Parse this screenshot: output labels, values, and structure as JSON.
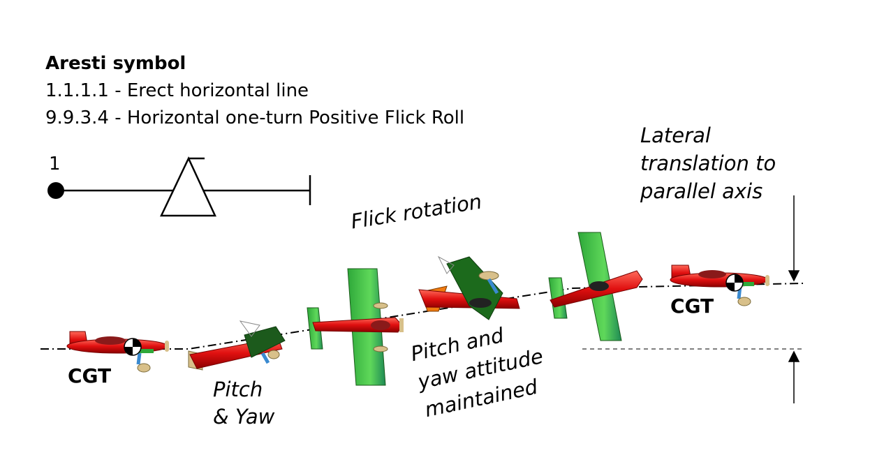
{
  "header": {
    "title": "Aresti symbol",
    "line1": "1.1.1.1  - Erect horizontal line",
    "line2": "9.9.3.4  - Horizontal one-turn Positive Flick Roll"
  },
  "symbol": {
    "start_number": "1"
  },
  "labels": {
    "flick_rotation": "Flick rotation",
    "pitch_yaw_1": "Pitch",
    "pitch_yaw_2": "& Yaw",
    "maintained_1": "Pitch and",
    "maintained_2": "yaw attitude",
    "maintained_3": "maintained",
    "lateral_1": "Lateral",
    "lateral_2": "translation to",
    "lateral_3": "parallel axis",
    "cgt_left": "CGT",
    "cgt_right": "CGT"
  },
  "colors": {
    "fuselage": "#e01010",
    "wing": "#3cc43c",
    "wing_dark": "#1c7a2c",
    "tail_blue": "#3a8ad0",
    "prop": "#d8c08a",
    "ink": "#000000"
  },
  "icons": [
    "aircraft-icon",
    "cg-marker-icon"
  ]
}
